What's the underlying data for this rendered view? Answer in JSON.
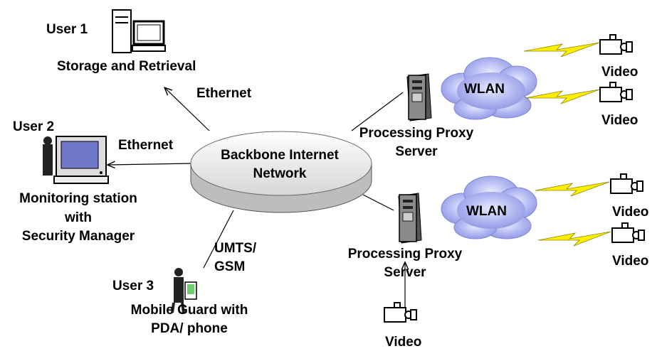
{
  "backbone": {
    "line1": "Backbone Internet",
    "line2": "Network"
  },
  "users": {
    "user1": {
      "label": "User 1",
      "caption": "Storage and Retrieval"
    },
    "user2": {
      "label": "User 2",
      "caption_line1": "Monitoring station",
      "caption_line2": "with",
      "caption_line3": "Security Manager"
    },
    "user3": {
      "label": "User 3",
      "caption_line1": "Mobile Guard with",
      "caption_line2": "PDA/ phone"
    }
  },
  "links": {
    "ethernet_upper": "Ethernet",
    "ethernet_left": "Ethernet",
    "umts_line1": "UMTS/",
    "umts_line2": "GSM"
  },
  "servers": {
    "upper": {
      "line1": "Processing Proxy",
      "line2": "Server"
    },
    "lower": {
      "line1": "Processing Proxy",
      "line2": "Server"
    }
  },
  "wlan": {
    "upper": "WLAN",
    "lower": "WLAN"
  },
  "cameras": {
    "cam1": "Video",
    "cam2": "Video",
    "cam3": "Video",
    "cam4": "Video",
    "cam5": "Video"
  },
  "colors": {
    "cloud": "#aab0f0",
    "cloud_edge": "#7f86d8",
    "disk_top": "#e6e6e6",
    "disk_side": "#b8b8b8",
    "lightning": "#ffee00",
    "lightning_edge": "#8a8a00",
    "screen": "#6f78c8",
    "pda_screen": "#6fcf6f"
  }
}
